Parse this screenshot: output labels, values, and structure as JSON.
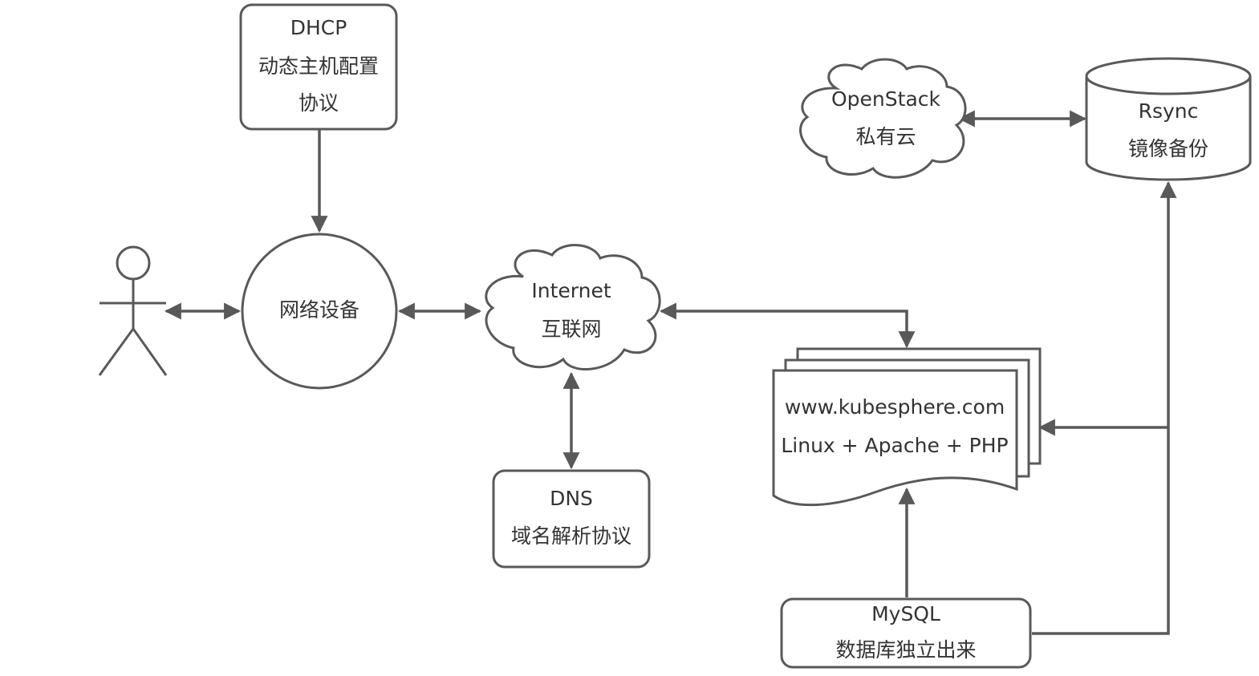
{
  "nodes": {
    "dhcp": {
      "line1": "DHCP",
      "line2": "动态主机配置",
      "line3": "协议"
    },
    "network_device": {
      "label": "网络设备"
    },
    "internet": {
      "line1": "Internet",
      "line2": "互联网"
    },
    "dns": {
      "line1": "DNS",
      "line2": "域名解析协议"
    },
    "openstack": {
      "line1": "OpenStack",
      "line2": "私有云"
    },
    "rsync": {
      "line1": "Rsync",
      "line2": "镜像备份"
    },
    "website": {
      "line1": "www.kubesphere.com",
      "line2": "Linux + Apache + PHP"
    },
    "mysql": {
      "line1": "MySQL",
      "line2": "数据库独立出来"
    }
  },
  "colors": {
    "stroke": "#595959",
    "text": "#333333",
    "background": "#ffffff"
  }
}
